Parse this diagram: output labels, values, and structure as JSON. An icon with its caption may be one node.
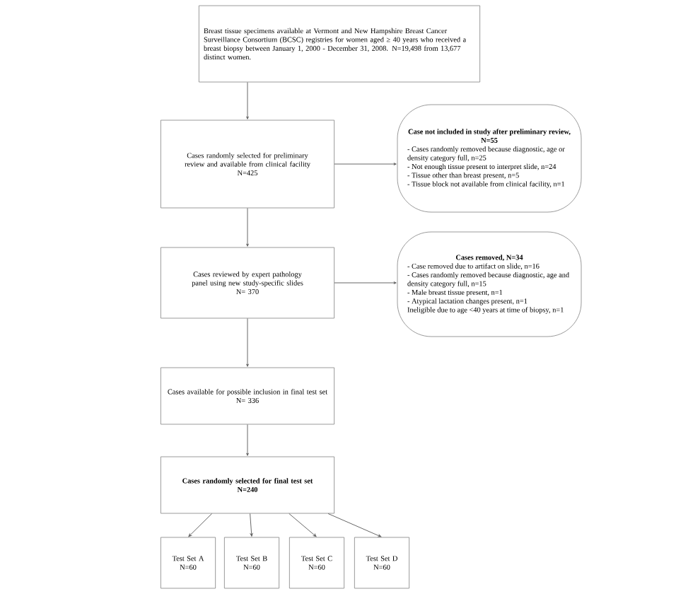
{
  "diagram": {
    "nodes": [
      {
        "text": [
          "Breast tissue specimens available at Vermont and New Hampshire Breast Cancer Surveillance Consortium (BCSC) registries for women aged ≥ 40 years who received a breast biopsy between January 1, 2000 - December 31, 2008. N=19,498 from 13,677 distinct women."
        ]
      },
      {
        "text": [
          "Cases randomly selected for preliminary review and available from clinical facility",
          "N=425"
        ]
      },
      {
        "text": [
          "Case not included in study after preliminary review, N=55",
          "- Cases randomly removed because diagnostic, age or density category full, n=25",
          "- Not enough tissue present to interpret slide, n=24",
          "- Tissue other than breast present, n=5",
          "- Tissue block not available from clinical facility, n=1"
        ]
      },
      {
        "text": [
          "Cases reviewed by expert pathology panel using new study-specific slides",
          "N= 370"
        ]
      },
      {
        "text": [
          "Cases removed, N=34",
          "- Case removed due to artifact on slide, n=16",
          "- Cases randomly removed because diagnostic, age and density category full, n=15",
          "- Male breast tissue present, n=1",
          "- Atypical lactation changes present, n=1",
          "Ineligible due to age <40 years at time of biopsy, n=1"
        ]
      },
      {
        "text": [
          "Cases available for possible inclusion in final test set",
          "N= 336"
        ]
      },
      {
        "text": [
          "Cases randomly selected for final test set",
          "N=240"
        ]
      },
      {
        "text": [
          "Test Set A",
          "N=60"
        ]
      },
      {
        "text": [
          "Test Set B",
          "N=60"
        ]
      },
      {
        "text": [
          "Test Set C",
          "N=60"
        ]
      },
      {
        "text": [
          "Test Set D",
          "N=60"
        ]
      }
    ],
    "edges": [
      {
        "from": 0,
        "to": 1,
        "arrow": "to"
      },
      {
        "from": 1,
        "to": 2,
        "arrow": "to"
      },
      {
        "from": 1,
        "to": 3,
        "arrow": "to"
      },
      {
        "from": 3,
        "to": 4,
        "arrow": "to"
      },
      {
        "from": 3,
        "to": 5,
        "arrow": "to"
      },
      {
        "from": 5,
        "to": 6,
        "arrow": "to"
      },
      {
        "from": 6,
        "to": 7,
        "arrow": "to"
      },
      {
        "from": 6,
        "to": 8,
        "arrow": "to"
      },
      {
        "from": 6,
        "to": 9,
        "arrow": "to"
      },
      {
        "from": 6,
        "to": 10,
        "arrow": "to"
      }
    ]
  }
}
